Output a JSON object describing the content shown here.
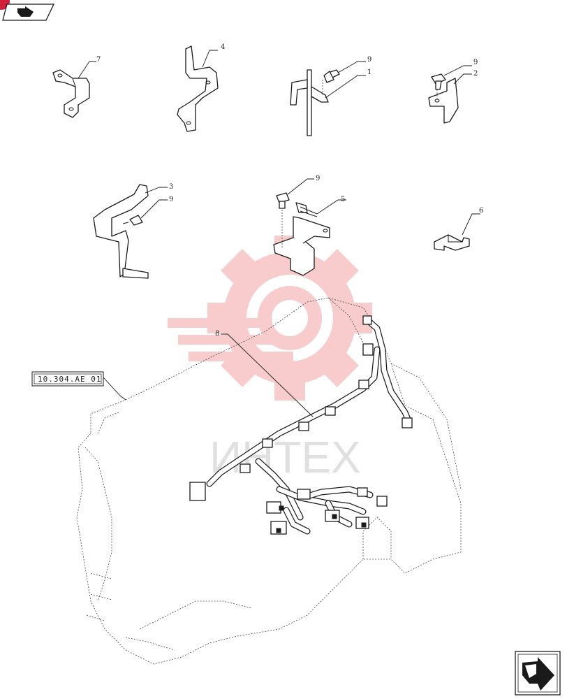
{
  "diagram": {
    "reference_box": "10.304.AE 01",
    "callouts": {
      "p1": "1",
      "p2": "2",
      "p3": "3",
      "p4": "4",
      "p5": "5",
      "p6": "6",
      "p7": "7",
      "p8": "8",
      "p9a": "9",
      "p9b": "9",
      "p9c": "9",
      "p9d": "9"
    },
    "watermark_text": "ИНТЕХ"
  },
  "colors": {
    "watermark": "#f5b3b3",
    "corner_badge": "#d0203a",
    "line": "#1a1a1a"
  },
  "icons": {
    "top_left": "pointer-arrow-icon",
    "bottom_right": "next-page-arrow-icon"
  }
}
